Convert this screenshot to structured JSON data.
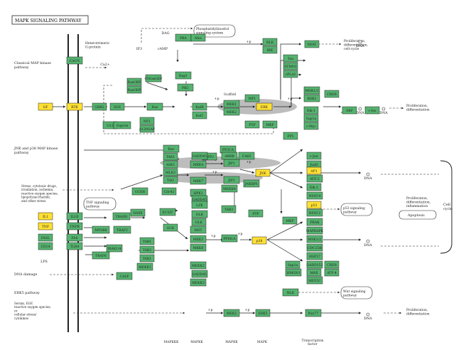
{
  "title": "MAPK SIGNALING PATHWAY",
  "colors": {
    "gene_fill": "#55b36f",
    "highlight_fill": "#ffe033",
    "stroke": "#222222",
    "membrane": "#222222",
    "scaffold": "#bdbdbd",
    "background": "#ffffff"
  },
  "pathways": [
    {
      "id": "classical",
      "lines": [
        "Classical MAP kinase",
        "pathway"
      ]
    },
    {
      "id": "jnk",
      "lines": [
        "JNK and p38 MAP kinase",
        "pathway"
      ]
    },
    {
      "id": "erk5",
      "lines": [
        "ERK5 pathway"
      ]
    }
  ],
  "column_labels": [
    {
      "id": "mapkkk",
      "lines": [
        "MAPKKK"
      ]
    },
    {
      "id": "mapkk",
      "lines": [
        "MAPKK"
      ]
    },
    {
      "id": "mapkk2",
      "lines": [
        "MAPKK"
      ]
    },
    {
      "id": "mapk",
      "lines": [
        "MAPK"
      ]
    },
    {
      "id": "tf",
      "lines": [
        "Transcription",
        "factor"
      ]
    }
  ],
  "annotations": [
    {
      "id": "hetero",
      "lines": [
        "Heterotrimeric",
        "G-protein"
      ]
    },
    {
      "id": "phospho",
      "lines": [
        "Phosphatidylinositol",
        "signaling system"
      ]
    },
    {
      "id": "prolif1",
      "lines": [
        "Proliferation,",
        "differentiation,",
        "cell-cycle"
      ]
    },
    {
      "id": "prolif2",
      "lines": [
        "Proliferation,",
        "differentiation"
      ]
    },
    {
      "id": "stress",
      "lines": [
        "Stress, cytotoxic drugs,",
        "irradiation, ischemia,",
        "reactive oxygen species,",
        "lipopolysaccharide,",
        "and other stress"
      ]
    },
    {
      "id": "tnf_sig",
      "lines": [
        "TNF signaling",
        "pathway"
      ]
    },
    {
      "id": "p53",
      "lines": [
        "p53 signaling",
        "pathway"
      ]
    },
    {
      "id": "prolif3",
      "lines": [
        "Proliferation,",
        "differentiation,",
        "inflammation"
      ]
    },
    {
      "id": "apoptosis",
      "lines": [
        "Apoptosis"
      ]
    },
    {
      "id": "cellcycle",
      "lines": [
        "Cell",
        "cycle"
      ]
    },
    {
      "id": "dnadamage",
      "lines": [
        "DNA damage"
      ]
    },
    {
      "id": "wnt",
      "lines": [
        "Wnt signaling",
        "pathway"
      ]
    },
    {
      "id": "serum",
      "lines": [
        "Serum, EGF,",
        "reactive oxygen species,",
        "or",
        "cellular stress/",
        "cytokines"
      ]
    },
    {
      "id": "prolif4",
      "lines": [
        "Proliferation,",
        "differentiation"
      ]
    },
    {
      "id": "scaffold1",
      "lines": [
        "Scaffold"
      ]
    },
    {
      "id": "scaffold2",
      "lines": [
        "Scaffold"
      ]
    }
  ],
  "small_labels": [
    {
      "id": "dna1",
      "text": "DNA"
    },
    {
      "id": "dna2",
      "text": "DNA"
    },
    {
      "id": "dna3",
      "text": "DNA"
    },
    {
      "id": "dna4",
      "text": "DNA"
    },
    {
      "id": "dna5",
      "text": "DNA"
    },
    {
      "id": "dna6",
      "text": "DNA"
    },
    {
      "id": "ca",
      "text": "Ca2+"
    },
    {
      "id": "ip3",
      "text": "IP3"
    },
    {
      "id": "camp",
      "text": "cAMP"
    },
    {
      "id": "dag",
      "text": "DAG"
    },
    {
      "id": "lps",
      "text": "LPS"
    },
    {
      "id": "p1",
      "text": "+p"
    },
    {
      "id": "p2",
      "text": "+p"
    },
    {
      "id": "p3",
      "text": "+p"
    },
    {
      "id": "p4",
      "text": "+p"
    },
    {
      "id": "p5",
      "text": "+p"
    },
    {
      "id": "p6",
      "text": "+p"
    },
    {
      "id": "p7",
      "text": "-p"
    },
    {
      "id": "p8",
      "text": "+p"
    },
    {
      "id": "p9",
      "text": "+p"
    },
    {
      "id": "p10",
      "text": "+p"
    },
    {
      "id": "p11",
      "text": "+p"
    }
  ],
  "genes": [
    {
      "id": "cacn",
      "label": "CACN",
      "highlight": false
    },
    {
      "id": "gf",
      "label": "GF",
      "highlight": true
    },
    {
      "id": "rtk",
      "label": "RTK",
      "highlight": true
    },
    {
      "id": "grb2",
      "label": "GRB2",
      "highlight": false
    },
    {
      "id": "sos",
      "label": "SOS",
      "highlight": false
    },
    {
      "id": "ras",
      "label": "Ras",
      "highlight": false
    },
    {
      "id": "rasgrf",
      "label": "RasGRF",
      "highlight": false
    },
    {
      "id": "rasgrp",
      "label": "RasGRP",
      "highlight": false
    },
    {
      "id": "cnrasgef",
      "label": "CNrasGEF",
      "highlight": false
    },
    {
      "id": "pka",
      "label": "PKA",
      "highlight": false
    },
    {
      "id": "rap1",
      "label": "Rap1",
      "highlight": false
    },
    {
      "id": "pkc",
      "label": "PKC",
      "highlight": false
    },
    {
      "id": "g12",
      "label": "G12",
      "highlight": false
    },
    {
      "id": "gap1m",
      "label": "Gap1m",
      "highlight": false
    },
    {
      "id": "nf1",
      "label": "NF1",
      "highlight": false
    },
    {
      "id": "p120gap",
      "label": "p120GAP",
      "highlight": false
    },
    {
      "id": "bmos",
      "label": "Mos",
      "highlight": false
    },
    {
      "id": "rafb",
      "label": "RafB",
      "highlight": false
    },
    {
      "id": "raf1",
      "label": "Raf1",
      "highlight": false
    },
    {
      "id": "mek1",
      "label": "MEK1",
      "highlight": false
    },
    {
      "id": "mek2",
      "label": "MEK2",
      "highlight": false
    },
    {
      "id": "mp1",
      "label": "MP1",
      "highlight": false
    },
    {
      "id": "erk",
      "label": "ERK",
      "highlight": true
    },
    {
      "id": "ptp",
      "label": "PTP",
      "highlight": false
    },
    {
      "id": "mkp",
      "label": "MKP",
      "highlight": false
    },
    {
      "id": "nlk",
      "label": "NLK",
      "highlight": false
    },
    {
      "id": "ikk",
      "label": "IKK",
      "highlight": false
    },
    {
      "id": "nfat",
      "label": "NFAT",
      "highlight": false
    },
    {
      "id": "tau",
      "label": "Tau",
      "highlight": false
    },
    {
      "id": "stmn1",
      "label": "STMN1",
      "highlight": false
    },
    {
      "id": "cpla2",
      "label": "cPLA2",
      "highlight": false
    },
    {
      "id": "mnk12",
      "label": "MNK1/2",
      "highlight": false
    },
    {
      "id": "rsk2",
      "label": "RSK2",
      "highlight": false
    },
    {
      "id": "creb",
      "label": "CREB",
      "highlight": false
    },
    {
      "id": "elk1",
      "label": "Elk-1",
      "highlight": false
    },
    {
      "id": "sap1a",
      "label": "Sap1a",
      "highlight": false
    },
    {
      "id": "cmyc",
      "label": "c-Myc",
      "highlight": false
    },
    {
      "id": "srf",
      "label": "SRF",
      "highlight": false
    },
    {
      "id": "cfos",
      "label": "c-fos",
      "highlight": false
    },
    {
      "id": "pp5",
      "label": "PP5",
      "highlight": false
    },
    {
      "id": "ppp2",
      "label": "PPP2",
      "highlight": false
    },
    {
      "id": "pp2ca",
      "label": "PP2CA",
      "highlight": false
    },
    {
      "id": "tak1a",
      "label": "TAK1",
      "highlight": false
    },
    {
      "id": "ask1",
      "label": "ASK1",
      "highlight": false
    },
    {
      "id": "mlk3",
      "label": "MLK3",
      "highlight": false
    },
    {
      "id": "tao",
      "label": "TAO",
      "highlight": false
    },
    {
      "id": "gckr",
      "label": "GCKR",
      "highlight": false
    },
    {
      "id": "cdc42",
      "label": "Cdc42",
      "highlight": false
    },
    {
      "id": "hpk1",
      "label": "HPK1",
      "highlight": false
    },
    {
      "id": "gadd45",
      "label": "GADD45",
      "highlight": false
    },
    {
      "id": "mkk4",
      "label": "MKK4",
      "highlight": false
    },
    {
      "id": "mkk7",
      "label": "MKK7",
      "highlight": false
    },
    {
      "id": "jip1",
      "label": "JIP1",
      "highlight": false
    },
    {
      "id": "jip2",
      "label": "JIP2",
      "highlight": false
    },
    {
      "id": "jnk",
      "label": "JNK",
      "highlight": true
    },
    {
      "id": "jnkbp1",
      "label": "JNKBP1",
      "highlight": false
    },
    {
      "id": "cjun",
      "label": "c-Jun",
      "highlight": false
    },
    {
      "id": "junD",
      "label": "JunD",
      "highlight": false
    },
    {
      "id": "atf2",
      "label": "ATF-2",
      "highlight": false
    },
    {
      "id": "ap1",
      "label": "AP1",
      "highlight": true
    },
    {
      "id": "elk1b",
      "label": "Elk-1",
      "highlight": false
    },
    {
      "id": "p53g",
      "label": "p53",
      "highlight": true
    },
    {
      "id": "nfatc",
      "label": "NFAT-2",
      "highlight": false
    },
    {
      "id": "nfatd",
      "label": "NFAT-4",
      "highlight": false
    },
    {
      "id": "il1",
      "label": "IL1",
      "highlight": true
    },
    {
      "id": "il1r",
      "label": "IL1R",
      "highlight": false
    },
    {
      "id": "tnf",
      "label": "TNF",
      "highlight": true
    },
    {
      "id": "tnfr",
      "label": "TNFR",
      "highlight": false
    },
    {
      "id": "fasl",
      "label": "FASL",
      "highlight": false
    },
    {
      "id": "fas",
      "label": "FAS",
      "highlight": false
    },
    {
      "id": "cd14",
      "label": "CD14",
      "highlight": false
    },
    {
      "id": "tlr4",
      "label": "TLR4",
      "highlight": false
    },
    {
      "id": "tradd",
      "label": "TRADD",
      "highlight": false
    },
    {
      "id": "daxx",
      "label": "DAXX",
      "highlight": false
    },
    {
      "id": "myd88",
      "label": "MYD88",
      "highlight": false
    },
    {
      "id": "irak14",
      "label": "IRAK1/4",
      "highlight": false
    },
    {
      "id": "traf6",
      "label": "TRAF6",
      "highlight": false
    },
    {
      "id": "traf2",
      "label": "TRAF2",
      "highlight": false
    },
    {
      "id": "ecsit",
      "label": "ECSIT",
      "highlight": false
    },
    {
      "id": "gck",
      "label": "GCK",
      "highlight": false
    },
    {
      "id": "tab1",
      "label": "TAB1",
      "highlight": false
    },
    {
      "id": "tab2",
      "label": "TAB2",
      "highlight": false
    },
    {
      "id": "tak1b",
      "label": "TAK1",
      "highlight": false
    },
    {
      "id": "map3k1",
      "label": "MEKK1",
      "highlight": false
    },
    {
      "id": "casp",
      "label": "CASP",
      "highlight": false
    },
    {
      "id": "gadd45b",
      "label": "GADD45",
      "highlight": false
    },
    {
      "id": "mkk3",
      "label": "MKK3",
      "highlight": false
    },
    {
      "id": "mkk6",
      "label": "MKK6",
      "highlight": false
    },
    {
      "id": "p38",
      "label": "p38",
      "highlight": true
    },
    {
      "id": "mkp2",
      "label": "MKP",
      "highlight": false
    },
    {
      "id": "ptp2",
      "label": "PTP",
      "highlight": false
    },
    {
      "id": "prak",
      "label": "PRAK",
      "highlight": false
    },
    {
      "id": "mapkapk",
      "label": "MAPKAPK",
      "highlight": false
    },
    {
      "id": "msk12",
      "label": "MSK1/2",
      "highlight": false
    },
    {
      "id": "hsp27",
      "label": "HSP27",
      "highlight": false
    },
    {
      "id": "creb2",
      "label": "CREB",
      "highlight": false
    },
    {
      "id": "cdc25b",
      "label": "CDC25B",
      "highlight": false
    },
    {
      "id": "atf4",
      "label": "ATF-4",
      "highlight": false
    },
    {
      "id": "gadd153",
      "label": "GADD153",
      "highlight": false
    },
    {
      "id": "max",
      "label": "MAX",
      "highlight": false
    },
    {
      "id": "mef2c",
      "label": "MEF2C",
      "highlight": false
    },
    {
      "id": "sap1b",
      "label": "Sap1a",
      "highlight": false
    },
    {
      "id": "hmgn1",
      "label": "HMGN1",
      "highlight": false
    },
    {
      "id": "gadd45c",
      "label": "GADD45",
      "highlight": false
    },
    {
      "id": "mekk2",
      "label": "MEKK2",
      "highlight": false
    },
    {
      "id": "mekk3",
      "label": "MEKK3",
      "highlight": false
    },
    {
      "id": "mek5",
      "label": "MEK5",
      "highlight": false
    },
    {
      "id": "erk5",
      "label": "ERK5",
      "highlight": false
    },
    {
      "id": "nr4a1",
      "label": "Nur77",
      "highlight": false
    },
    {
      "id": "nlk2",
      "label": "NLK",
      "highlight": false
    },
    {
      "id": "ppm1a",
      "label": "PPM1A",
      "highlight": false
    },
    {
      "id": "arrb",
      "label": "ARRB",
      "highlight": false
    },
    {
      "id": "crk",
      "label": "CrkII",
      "highlight": false
    },
    {
      "id": "rac",
      "label": "Rac",
      "highlight": false
    },
    {
      "id": "mekk4",
      "label": "MEKK4",
      "highlight": false
    },
    {
      "id": "tab3",
      "label": "TAB3",
      "highlight": false
    },
    {
      "id": "lzk",
      "label": "LZK",
      "highlight": false
    },
    {
      "id": "dlk",
      "label": "DLK",
      "highlight": false
    },
    {
      "id": "cgl",
      "label": "GLK",
      "highlight": false
    },
    {
      "id": "mst",
      "label": "MST",
      "highlight": false
    }
  ]
}
